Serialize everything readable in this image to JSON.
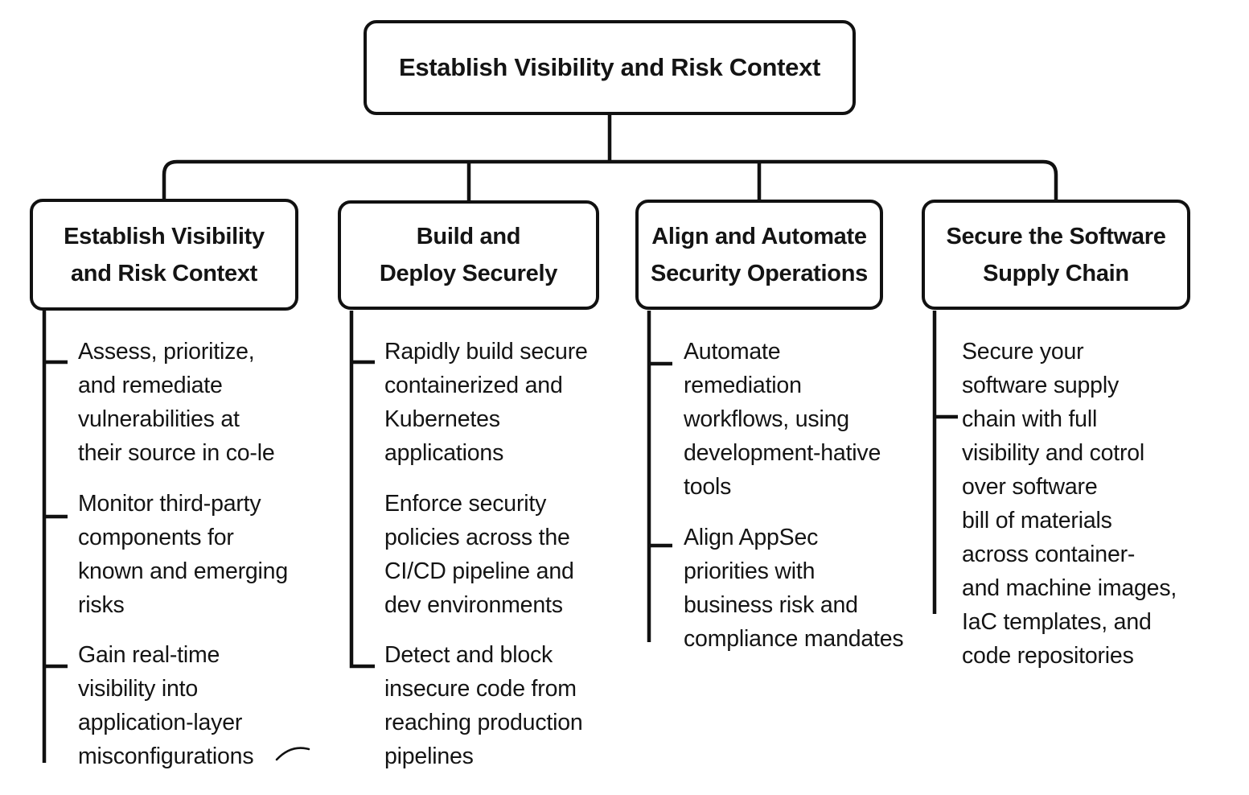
{
  "diagram": {
    "colors": {
      "line": "#111111",
      "text": "#141414",
      "background": "#ffffff"
    },
    "root": {
      "title": "Establish Visibility and Risk Context"
    },
    "branches": [
      {
        "title_lines": [
          "Establish Visibility",
          "and Risk Context"
        ],
        "items": [
          [
            "Assess, prioritize,",
            "and remediate",
            "vulnerabilities at",
            "their source in co-le"
          ],
          [
            "Monitor third-party",
            "components for",
            "known and emerging",
            "risks"
          ],
          [
            "Gain real-time",
            "visibility into",
            "application-layer",
            "misconfigurations"
          ]
        ]
      },
      {
        "title_lines": [
          "Build and",
          "Deploy Securely"
        ],
        "items": [
          [
            "Rapidly build secure",
            "containerized and",
            "Kubernetes",
            "applications"
          ],
          [
            "Enforce security",
            "policies across the",
            "CI/CD pipeline and",
            "dev environments"
          ],
          [
            "Detect and block",
            "insecure code from",
            "reaching production",
            "pipelines"
          ]
        ]
      },
      {
        "title_lines": [
          "Align and Automate",
          "Security Operations"
        ],
        "items": [
          [
            "Automate",
            "remediation",
            "workflows, using",
            "development-hative",
            "tools"
          ],
          [
            "Align AppSec",
            "priorities with",
            "business risk and",
            "compliance mandates"
          ]
        ]
      },
      {
        "title_lines": [
          "Secure the Software",
          "Supply Chain"
        ],
        "items": [
          [
            "Secure your",
            "software supply",
            "chain with full",
            "visibility and cotrol",
            "over software",
            "bill of materials",
            "across container-",
            "and machine images,",
            "IaC templates, and",
            "code repositories"
          ]
        ]
      }
    ]
  }
}
